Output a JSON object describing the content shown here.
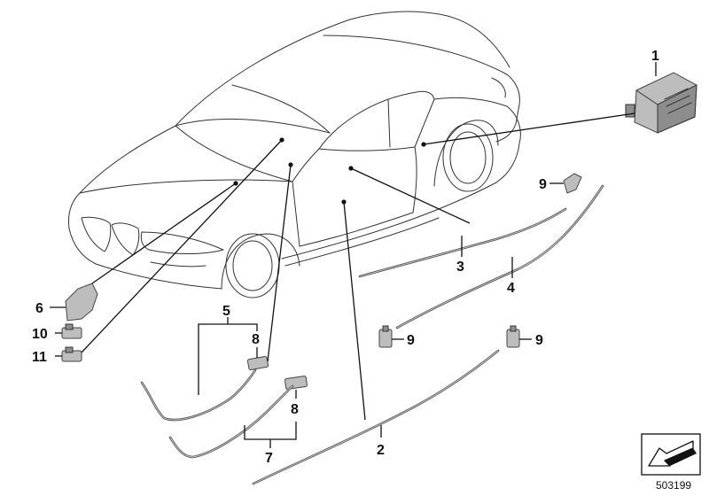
{
  "callouts": {
    "c1": "1",
    "c2": "2",
    "c3": "3",
    "c4": "4",
    "c5": "5",
    "c6": "6",
    "c7": "7",
    "c8a": "8",
    "c8b": "8",
    "c9a": "9",
    "c9b": "9",
    "c9c": "9",
    "c10": "10",
    "c11": "11"
  },
  "footer": {
    "doc_number": "503199",
    "symbol_icon": "arrow-down-left-icon"
  },
  "colors": {
    "line": "#111111",
    "part_fill": "#bdbdbd",
    "strip": "#555555"
  }
}
